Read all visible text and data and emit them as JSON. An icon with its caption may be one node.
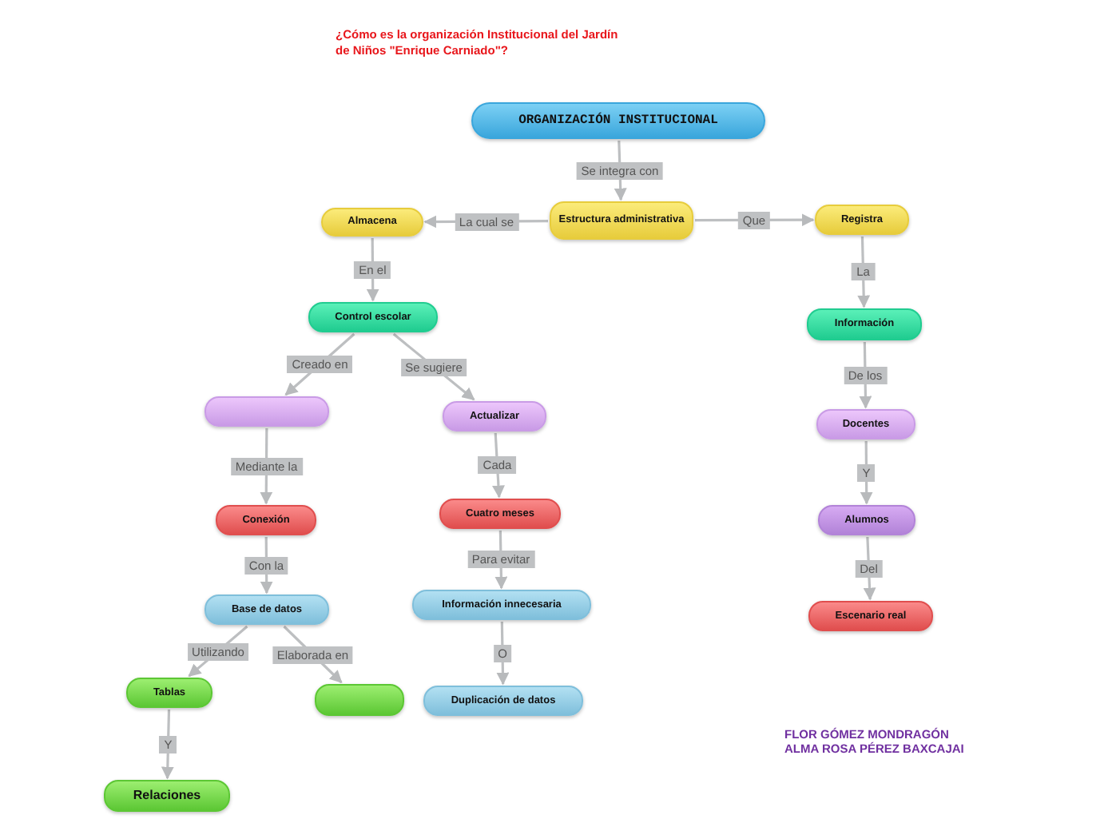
{
  "diagram": {
    "title": "¿Cómo es la organización Institucional del Jardín de Niños \"Enrique Carniado\"?",
    "nodes": [
      {
        "text": [
          "ORGANIZACIÓN INSTITUCIONAL"
        ]
      },
      {
        "text": [
          "Estructura administrativa"
        ]
      },
      {
        "text": [
          "Almacena"
        ]
      },
      {
        "text": [
          "Registra"
        ]
      },
      {
        "text": [
          "Control escolar"
        ]
      },
      {
        "text": [
          "Información"
        ]
      },
      {
        "text": [],
        "shape": "box"
      },
      {
        "text": [
          "Actualizar"
        ]
      },
      {
        "text": [
          "Docentes"
        ]
      },
      {
        "text": [
          "Conexión"
        ]
      },
      {
        "text": [
          "Cuatro meses"
        ]
      },
      {
        "text": [
          "Alumnos"
        ]
      },
      {
        "text": [
          "Base de datos"
        ]
      },
      {
        "text": [
          "Información innecesaria"
        ]
      },
      {
        "text": [
          "Escenario real"
        ]
      },
      {
        "text": [
          "Tablas"
        ]
      },
      {
        "text": [],
        "shape": "box"
      },
      {
        "text": [
          "Duplicación de datos"
        ]
      },
      {
        "text": [
          "Relaciones"
        ]
      }
    ],
    "edges": [
      {
        "from": 0,
        "to": 1,
        "arrow": "to",
        "label": "Se integra con"
      },
      {
        "from": 1,
        "to": 2,
        "arrow": "to",
        "label": "La cual se"
      },
      {
        "from": 1,
        "to": 3,
        "arrow": "to",
        "label": "Que"
      },
      {
        "from": 2,
        "to": 4,
        "arrow": "to",
        "label": "En el"
      },
      {
        "from": 3,
        "to": 5,
        "arrow": "to",
        "label": "La"
      },
      {
        "from": 4,
        "to": 6,
        "arrow": "to",
        "label": "Creado en"
      },
      {
        "from": 4,
        "to": 7,
        "arrow": "to",
        "label": "Se sugiere"
      },
      {
        "from": 5,
        "to": 8,
        "arrow": "to",
        "label": "De los"
      },
      {
        "from": 6,
        "to": 9,
        "arrow": "to",
        "label": "Mediante la"
      },
      {
        "from": 7,
        "to": 10,
        "arrow": "to",
        "label": "Cada"
      },
      {
        "from": 8,
        "to": 11,
        "arrow": "to",
        "label": "Y"
      },
      {
        "from": 9,
        "to": 12,
        "arrow": "to",
        "label": "Con la"
      },
      {
        "from": 10,
        "to": 13,
        "arrow": "to",
        "label": "Para evitar"
      },
      {
        "from": 11,
        "to": 14,
        "arrow": "to",
        "label": "Del"
      },
      {
        "from": 12,
        "to": 15,
        "arrow": "to",
        "label": "Utilizando"
      },
      {
        "from": 12,
        "to": 16,
        "arrow": "to",
        "label": "Elaborada en"
      },
      {
        "from": 13,
        "to": 17,
        "arrow": "to",
        "label": "O"
      },
      {
        "from": 15,
        "to": 18,
        "arrow": "to",
        "label": "Y"
      }
    ],
    "labels": [
      "FLOR GÓMEZ MONDRAGÓN",
      "ALMA ROSA PÉREZ BAXCAJAI"
    ]
  }
}
